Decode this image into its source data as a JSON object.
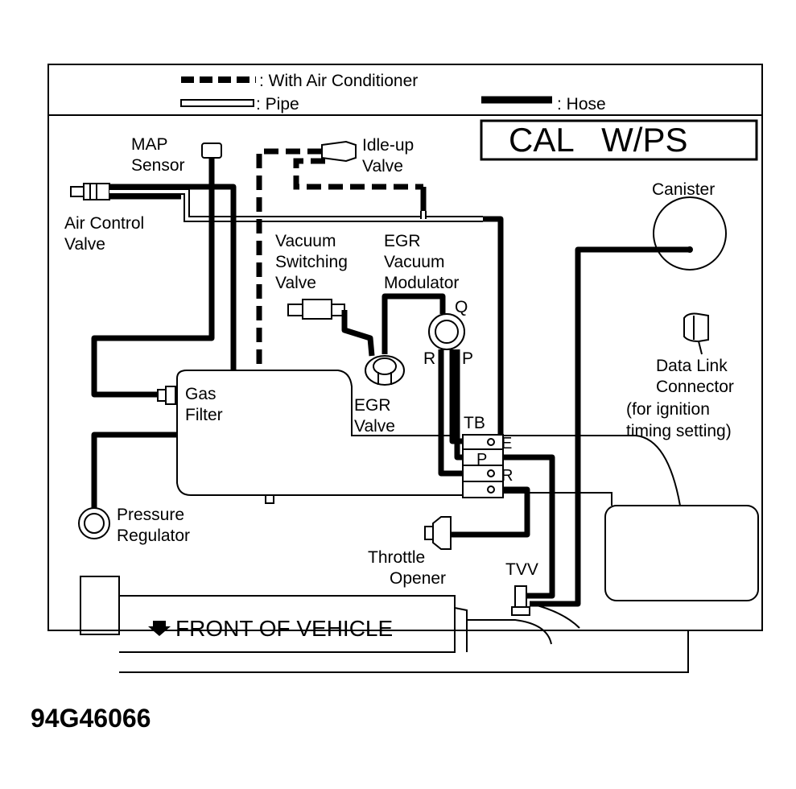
{
  "legend": {
    "ac": ": With Air Conditioner",
    "pipe": ": Pipe",
    "hose": ": Hose"
  },
  "variant": "CAL   W/PS",
  "labels": {
    "map_1": "MAP",
    "map_2": "Sensor",
    "idle_1": "Idle-up",
    "idle_2": "Valve",
    "canister": "Canister",
    "acv_1": "Air Control",
    "acv_2": "Valve",
    "vsv_1": "Vacuum",
    "vsv_2": "Switching",
    "vsv_3": "Valve",
    "egrm_1": "EGR",
    "egrm_2": "Vacuum",
    "egrm_3": "Modulator",
    "q": "Q",
    "r": "R",
    "p": "P",
    "dlc_1": "Data Link",
    "dlc_2": "Connector",
    "dlc_3": "(for ignition",
    "dlc_4": "timing setting)",
    "gas_1": "Gas",
    "gas_2": "Filter",
    "egrv_1": "EGR",
    "egrv_2": "Valve",
    "tb": "TB",
    "tb_e": "E",
    "tb_p": "P",
    "tb_r": "R",
    "pr_1": "Pressure",
    "pr_2": "Regulator",
    "to_1": "Throttle",
    "to_2": "Opener",
    "tvv": "TVV",
    "front": "FRONT OF VEHICLE"
  },
  "figure_id": "94G46066"
}
